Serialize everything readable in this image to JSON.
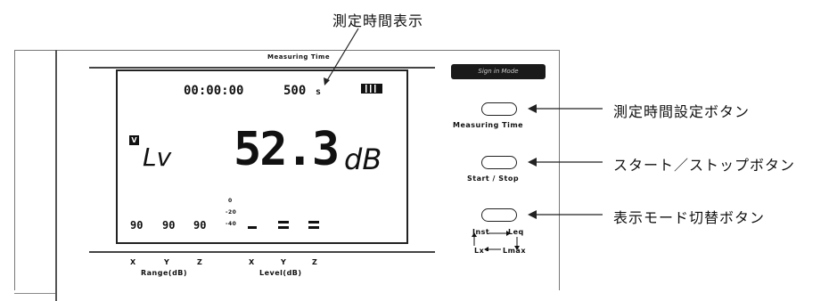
{
  "callouts": {
    "display_time": "測定時間表示",
    "time_button": "測定時間設定ボタン",
    "start_stop_button": "スタート／ストップボタン",
    "mode_button": "表示モード切替ボタン"
  },
  "device": {
    "header_label": "Measuring Time",
    "top_button_label": "Sign in Mode",
    "timer": "00:00:00",
    "duration": "500",
    "duration_unit": "s",
    "mode_mark": "V",
    "mode_label": "Lv",
    "level_value": "52.3",
    "level_unit": "dB",
    "range_values": [
      "90",
      "90",
      "90"
    ],
    "level_scale": [
      "0",
      "-20",
      "-40"
    ],
    "axis_labels": [
      "X",
      "Y",
      "Z"
    ],
    "range_caption": "Range(dB)",
    "level_caption": "Level(dB)",
    "buttons": {
      "measuring_time": "Measuring Time",
      "start_stop": "Start / Stop",
      "mode_inst": "Inst",
      "mode_leq": "Leq",
      "mode_lx": "Lx",
      "mode_lmax": "Lmax"
    }
  }
}
